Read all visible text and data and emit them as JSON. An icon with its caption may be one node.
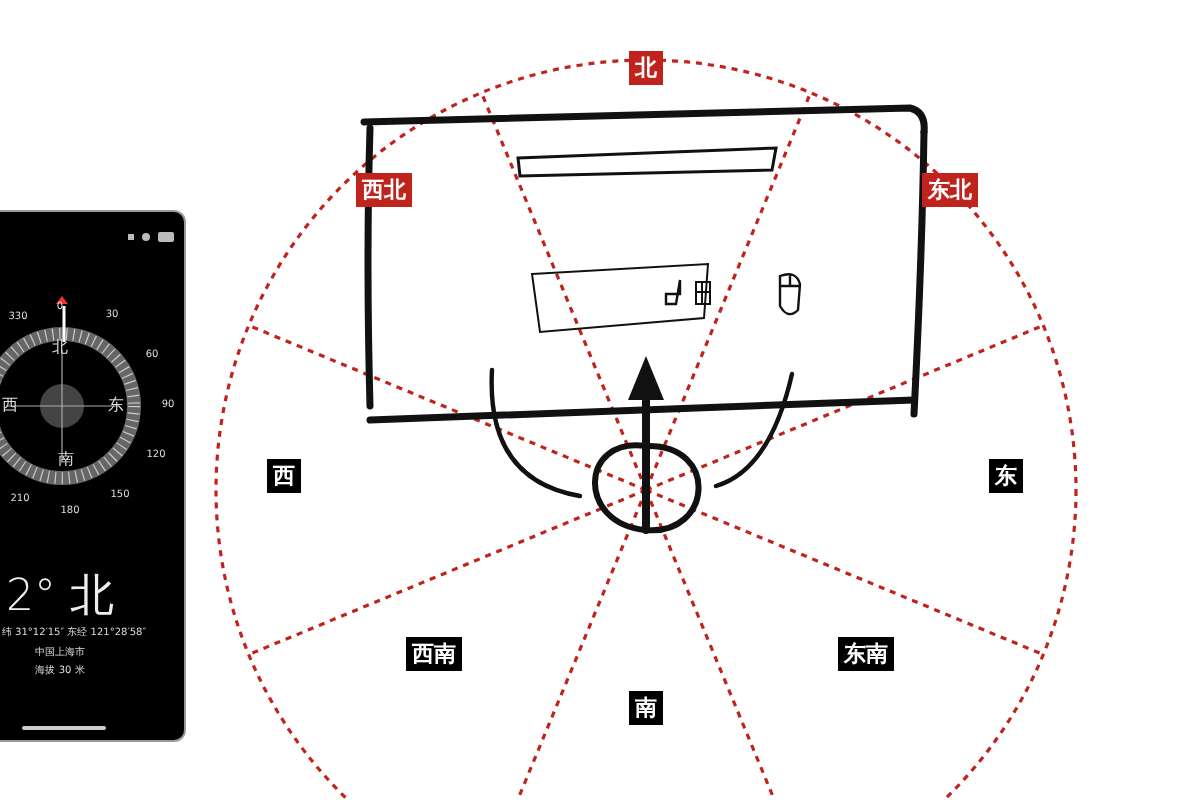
{
  "diagram": {
    "nodes": [
      {
        "text": [
          "北"
        ]
      },
      {
        "text": [
          "西北"
        ]
      },
      {
        "text": [
          "东北"
        ]
      },
      {
        "text": [
          "西"
        ]
      },
      {
        "text": [
          "东"
        ]
      },
      {
        "text": [
          "西南"
        ]
      },
      {
        "text": [
          "东南"
        ]
      },
      {
        "text": [
          "南"
        ]
      }
    ],
    "edges": [],
    "labels": [
      "330",
      "0",
      "30",
      "北",
      "60",
      "西",
      "东",
      "90",
      "120",
      "南",
      "150",
      "210",
      "180",
      "2° 北",
      "纬 31°12′15″ 东经 121°28′58″",
      "中国上海市",
      "海拔 30 米"
    ]
  }
}
